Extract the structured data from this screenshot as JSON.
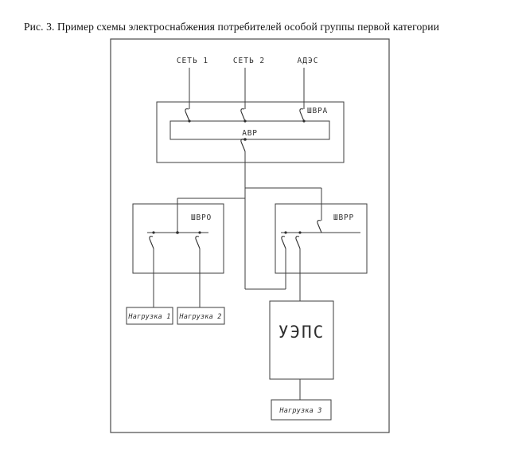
{
  "caption": "Рис. 3. Пример схемы электроснабжения потребителей особой группы первой категории",
  "diagram": {
    "sources": {
      "net1": "СЕТЬ 1",
      "net2": "СЕТЬ 2",
      "ades": "АДЭС"
    },
    "panels": {
      "shvra": "ШВРА",
      "avr": "АВР",
      "shvro": "ШВРО",
      "shvrr": "ШВРР",
      "ueps": "УЭПС"
    },
    "loads": {
      "load1": "Нагрузка 1",
      "load2": "Нагрузка 2",
      "load3": "Нагрузка 3"
    },
    "colors": {
      "line": "#3d3d3d",
      "text": "#2f2f2f",
      "background": "#ffffff"
    }
  }
}
